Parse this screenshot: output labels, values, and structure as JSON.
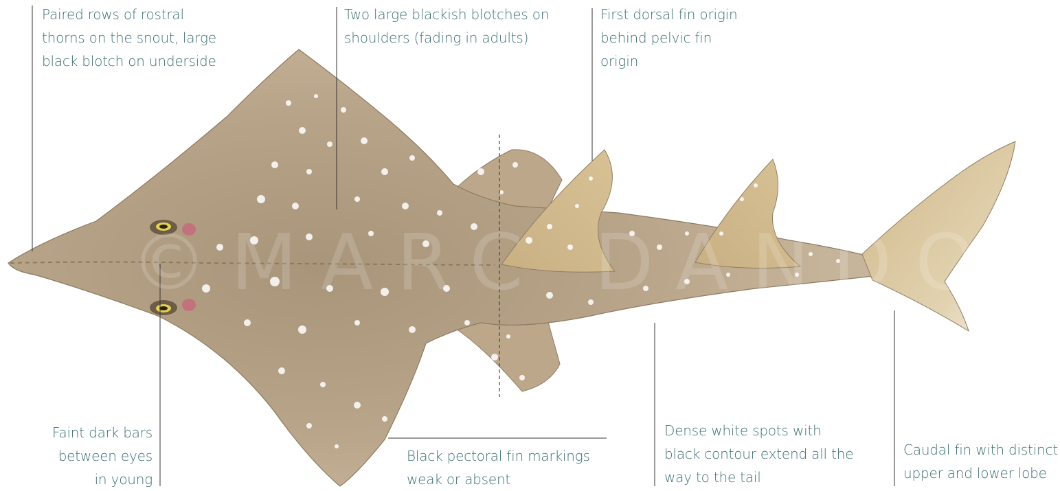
{
  "annotations": {
    "rostral": [
      "Paired rows of rostral",
      "thorns on the snout, large",
      "black blotch on underside"
    ],
    "shoulders": [
      "Two large blackish blotches on",
      "shoulders (fading in adults)"
    ],
    "dorsal": [
      "First dorsal fin origin",
      "behind pelvic fin",
      "origin"
    ],
    "bars": [
      "Faint dark bars",
      "between eyes",
      "in young"
    ],
    "pectoral": [
      "Black pectoral fin markings",
      "weak or absent"
    ],
    "spots": [
      "Dense white spots with",
      "black contour extend all the",
      "way to the tail"
    ],
    "caudal": [
      "Caudal fin with distinct",
      "upper and lower lobe"
    ]
  },
  "watermark": "©MARC DANDO",
  "colors": {
    "body": "#b9a58a",
    "fin": "#c9b07a",
    "label": "#3a6e73",
    "spot": "#ffffff"
  }
}
